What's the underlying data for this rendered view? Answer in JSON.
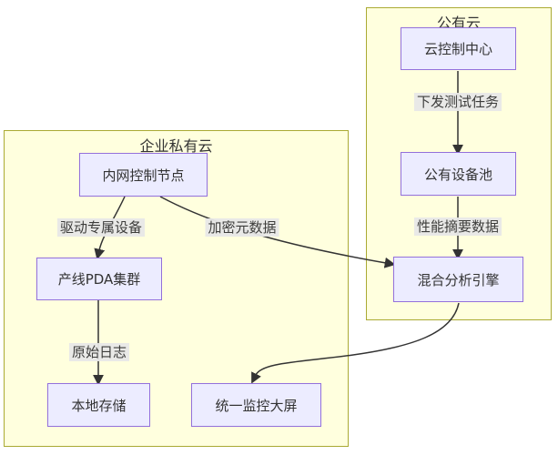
{
  "diagram_type": "flowchart",
  "clusters": [
    {
      "id": "public-cloud",
      "label": "公有云"
    },
    {
      "id": "private-cloud",
      "label": "企业私有云"
    }
  ],
  "nodes": [
    {
      "id": "cloud-control-center",
      "label": "云控制中心",
      "cluster": "public-cloud"
    },
    {
      "id": "public-device-pool",
      "label": "公有设备池",
      "cluster": "public-cloud"
    },
    {
      "id": "hybrid-analysis-engine",
      "label": "混合分析引擎",
      "cluster": "public-cloud"
    },
    {
      "id": "intranet-control-node",
      "label": "内网控制节点",
      "cluster": "private-cloud"
    },
    {
      "id": "production-pda-cluster",
      "label": "产线PDA集群",
      "cluster": "private-cloud"
    },
    {
      "id": "local-storage",
      "label": "本地存储",
      "cluster": "private-cloud"
    },
    {
      "id": "unified-monitor-screen",
      "label": "统一监控大屏",
      "cluster": "private-cloud"
    }
  ],
  "edges": [
    {
      "from": "云控制中心",
      "to": "公有设备池",
      "label": "下发测试任务"
    },
    {
      "from": "公有设备池",
      "to": "混合分析引擎",
      "label": "性能摘要数据"
    },
    {
      "from": "内网控制节点",
      "to": "产线PDA集群",
      "label": "驱动专属设备"
    },
    {
      "from": "内网控制节点",
      "to": "混合分析引擎",
      "label": "加密元数据"
    },
    {
      "from": "产线PDA集群",
      "to": "本地存储",
      "label": "原始日志"
    },
    {
      "from": "混合分析引擎",
      "to": "统一监控大屏",
      "label": ""
    }
  ],
  "colors": {
    "node_fill": "#ECECFF",
    "node_border": "#9370DB",
    "cluster_fill": "#FFFFDE",
    "cluster_border": "#AAAA33",
    "edge_color": "#333333",
    "label_bg": "#E8E8E8",
    "text_color": "#333333",
    "canvas_bg": "#FFFFFF"
  }
}
